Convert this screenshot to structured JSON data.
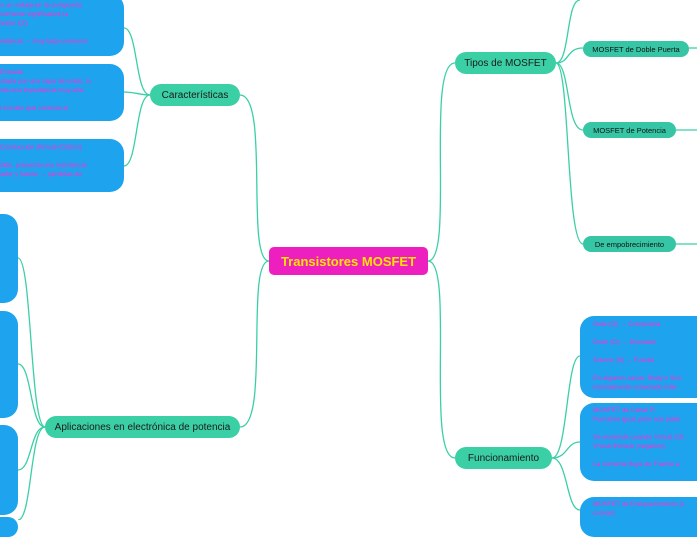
{
  "diagram": {
    "root_label": "Transistores MOSFET",
    "branches": {
      "caracteristicas": "Características",
      "aplicaciones": "Aplicaciones en electrónica de potencia",
      "tipos": "Tipos de MOSFET",
      "funcionamiento": "Funcionamiento"
    },
    "tipos_children": {
      "doble_puerta": "MOSFET de Doble Puerta",
      "potencia": "MOSFET de Potencia",
      "empobrecimiento": "De empobrecimiento"
    },
    "notes": {
      "caract_1": [
        "o un voltaje en la compuerta",
        "corriente significativa (a",
        "ivalar I(Z)",
        "",
        "edancia → muy bajo consumo"
      ],
      "caract_2": [
        "Entrada",
        "ntada por una capa de óxido, lo",
        "nta una impedancia muy alta.",
        "",
        "l circuito que controla el"
      ],
      "caract_3": [
        "Conducción (Rnsub rDS(on)",
        "",
        "dido, presenta una resistencia",
        "ador y fuente → pérdidas de"
      ],
      "func_1": [
        "Gate (G) → Compuerta",
        "",
        "Drain (D) → Drenador",
        "",
        "Source (S) → Fuente",
        "",
        "En algunos casos: Body o Sus",
        "normalmente conectado inter"
      ],
      "func_2": [
        "MOSFET de Canal P:",
        "Funciona igual, pero con polar",
        "",
        "Se enciende cuando Vnsub GS",
        "Vnsub thinsub (negativo).",
        "",
        "La corriente fluye de Fuente a"
      ],
      "func_3": [
        "MOSFET de Enriquecimiento (c",
        "común):"
      ]
    }
  },
  "colors": {
    "connector": "#3bcfa6",
    "branch_fill": "#3bcfa6",
    "root_fill": "#ee1fbf",
    "root_text": "#ffe400",
    "note_fill": "#1ea3ee",
    "note_text": "#ff2fd0"
  }
}
